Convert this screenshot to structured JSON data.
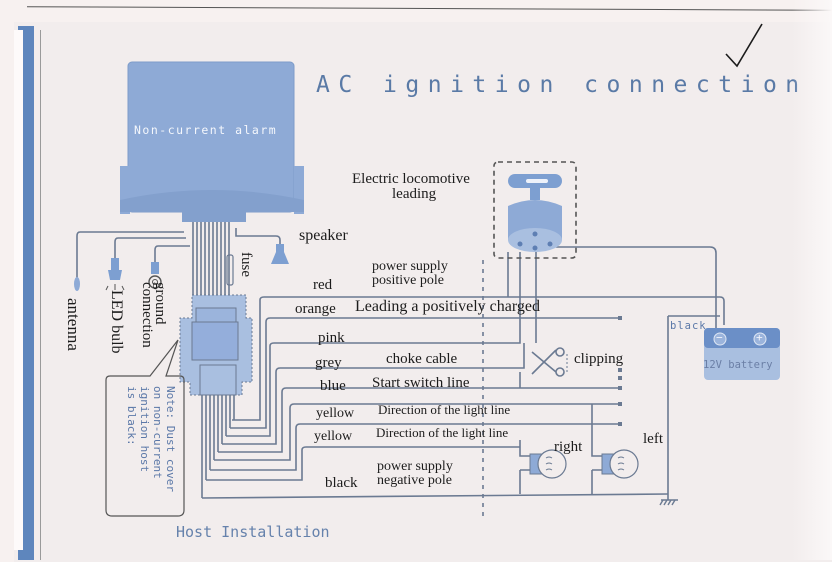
{
  "title": "AC ignition connection",
  "alarm_unit": {
    "label": "Non-current alarm"
  },
  "ignition_switch": {
    "label_line1": "Electric locomotive",
    "label_line2": "leading"
  },
  "components": {
    "speaker": "speaker",
    "fuse": "fuse",
    "antenna": "antenna",
    "led_bulb": "LED bulb",
    "ground_line1": "ground",
    "ground_line2": "connection"
  },
  "note": {
    "line1": "Note: Dust cover",
    "line2": "on non-current",
    "line3": "ignition host",
    "line4": "is black:"
  },
  "wires": [
    {
      "color": "red",
      "desc_line1": "power supply",
      "desc_line2": "positive pole"
    },
    {
      "color": "orange",
      "desc_line1": "Leading a positively charged",
      "desc_line2": ""
    },
    {
      "color": "pink",
      "desc_line1": "",
      "desc_line2": ""
    },
    {
      "color": "grey",
      "desc_line1": "choke cable",
      "desc_line2": ""
    },
    {
      "color": "blue",
      "desc_line1": "Start switch line",
      "desc_line2": ""
    },
    {
      "color": "yellow",
      "desc_line1": "Direction of the light line",
      "desc_line2": ""
    },
    {
      "color": "yellow",
      "desc_line1": "Direction of the light line",
      "desc_line2": ""
    },
    {
      "color": "black",
      "desc_line1": "power supply",
      "desc_line2": "negative pole"
    }
  ],
  "clipping": "clipping",
  "battery": {
    "label": "12V battery",
    "wire_label": "black",
    "neg_symbol": "−",
    "pos_symbol": "+"
  },
  "lamps": {
    "right": "right",
    "left": "left"
  },
  "footer": "Host Installation",
  "checkmark": "✓",
  "colors": {
    "accent_blue": "#7d9fd1",
    "text_blue": "#5a7aa6",
    "wire": "#6b7a92"
  }
}
